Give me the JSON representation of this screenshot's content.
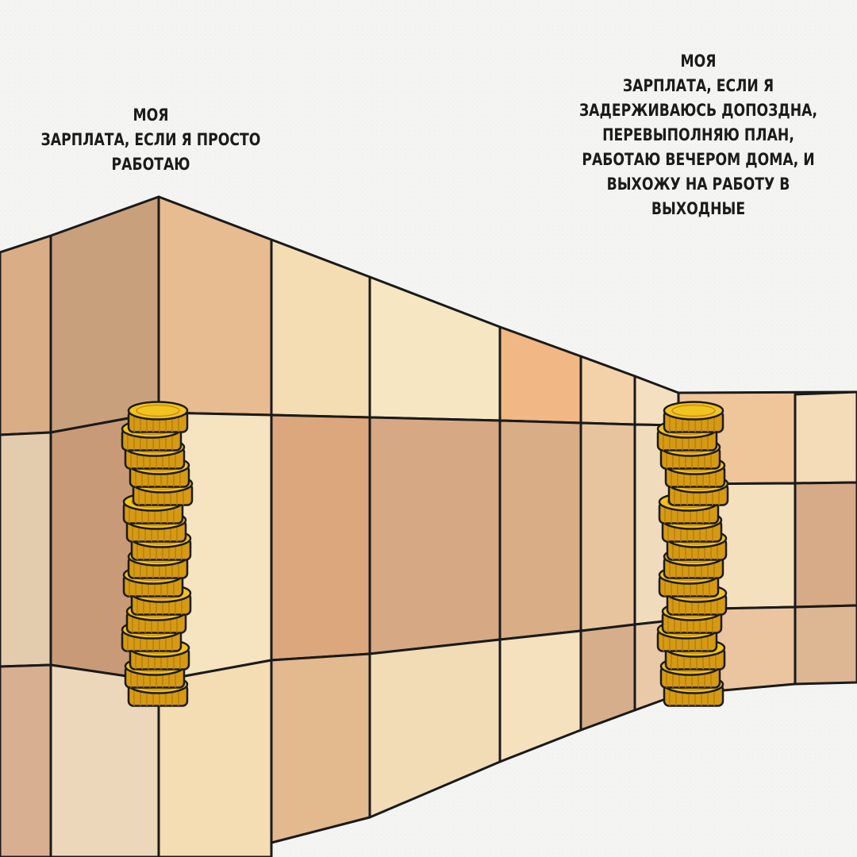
{
  "captions": {
    "left": [
      "МОЯ",
      "ЗАРПЛАТА, ЕСЛИ Я ПРОСТО",
      "РАБОТАЮ"
    ],
    "right": [
      "МОЯ",
      "ЗАРПЛАТА, ЕСЛИ Я",
      "ЗАДЕРЖИВАЮСЬ ДОПОЗДНА,",
      "ПЕРЕВЫПОЛНЯЮ ПЛАН,",
      "РАБОТАЮ ВЕЧЕРОМ ДОМА, И",
      "ВЫХОЖУ НА РАБОТУ В",
      "ВЫХОДНЫЕ"
    ]
  },
  "coin_stacks": {
    "left": {
      "coin_count": 16
    },
    "right": {
      "coin_count": 16
    }
  },
  "colors": {
    "background": "#f4f4f2",
    "coin_gold": "#f2c21e",
    "coin_shadow": "#d69a12",
    "outline": "#1a1a1a"
  }
}
